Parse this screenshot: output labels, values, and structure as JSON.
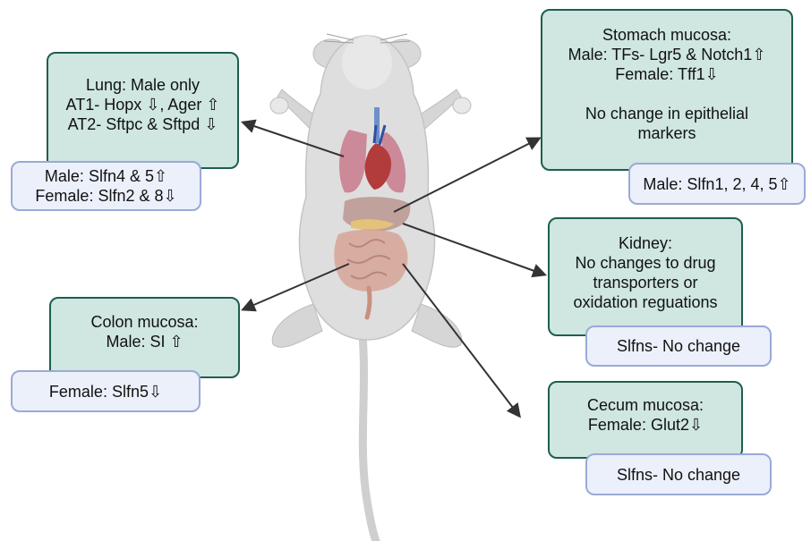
{
  "lung": {
    "lines": [
      "Lung: Male only",
      "AT1- Hopx ⇩, Ager ⇧",
      "AT2- Sftpc & Sftpd ⇩"
    ],
    "note": [
      "Male: Slfn4 & 5⇧",
      "Female: Slfn2 & 8⇩"
    ]
  },
  "stomach": {
    "lines": [
      "Stomach mucosa:",
      "Male: TFs- Lgr5 & Notch1⇧",
      "Female: Tff1⇩",
      "",
      "No change in epithelial",
      "markers"
    ],
    "note": [
      "Male: Slfn1, 2, 4, 5⇧"
    ]
  },
  "kidney": {
    "lines": [
      "Kidney:",
      "No changes to drug",
      "transporters or",
      "oxidation reguations"
    ],
    "note": [
      "Slfns- No change"
    ]
  },
  "colon": {
    "lines": [
      "Colon mucosa:",
      "Male: SI ⇧"
    ],
    "note": [
      "Female: Slfn5⇩"
    ]
  },
  "cecum": {
    "lines": [
      "Cecum mucosa:",
      "Female: Glut2⇩"
    ],
    "note": [
      "Slfns- No change"
    ]
  },
  "colors": {
    "box_fill": "#cfe6e1",
    "box_border": "#1f5e4f",
    "note_fill": "#ecf0fb",
    "note_border": "#9aaad6",
    "arrow": "#333333"
  }
}
